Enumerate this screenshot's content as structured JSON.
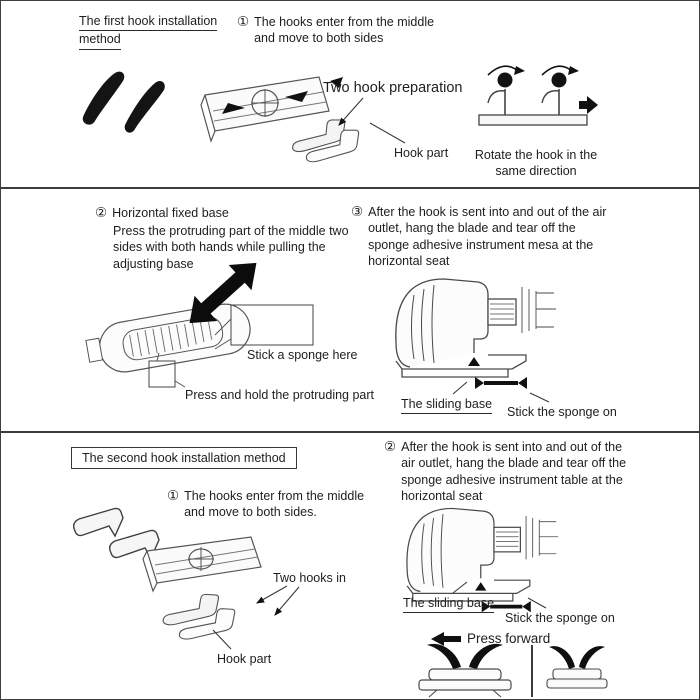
{
  "s1": {
    "title_line1": "The first hook installation",
    "title_line2": "method",
    "step1_num": "①",
    "step1_text": "The hooks enter from the middle and move to both sides",
    "prep_label": "Two hook preparation",
    "hook_part_label": "Hook part",
    "rotate_label": "Rotate the hook in the same direction"
  },
  "s2": {
    "step2_num": "②",
    "step2_title": "Horizontal fixed base",
    "step2_body": "Press the protruding part of the middle two sides with both hands while pulling the adjusting base",
    "sponge_here_label": "Stick a sponge here",
    "press_hold_label": "Press and hold the protruding part",
    "step3_num": "③",
    "step3_text": "After the hook is sent into and out of the air outlet, hang the blade and tear off the sponge adhesive instrument mesa at the horizontal seat",
    "sliding_base_label": "The sliding base",
    "sponge_on_label": "Stick the sponge on"
  },
  "s3": {
    "title": "The second hook installation method",
    "step1_num": "①",
    "step1_text": "The hooks enter from the middle and move to both sides.",
    "two_hooks_in_label": "Two hooks in",
    "hook_part_label": "Hook part",
    "step2_num": "②",
    "step2_text": "After the hook is sent into and out of the air outlet, hang the blade and tear off the sponge adhesive instrument table at the horizontal seat",
    "sliding_base_label": "The sliding base",
    "sponge_on_label": "Stick the sponge on",
    "press_forward_label": "Press forward"
  }
}
